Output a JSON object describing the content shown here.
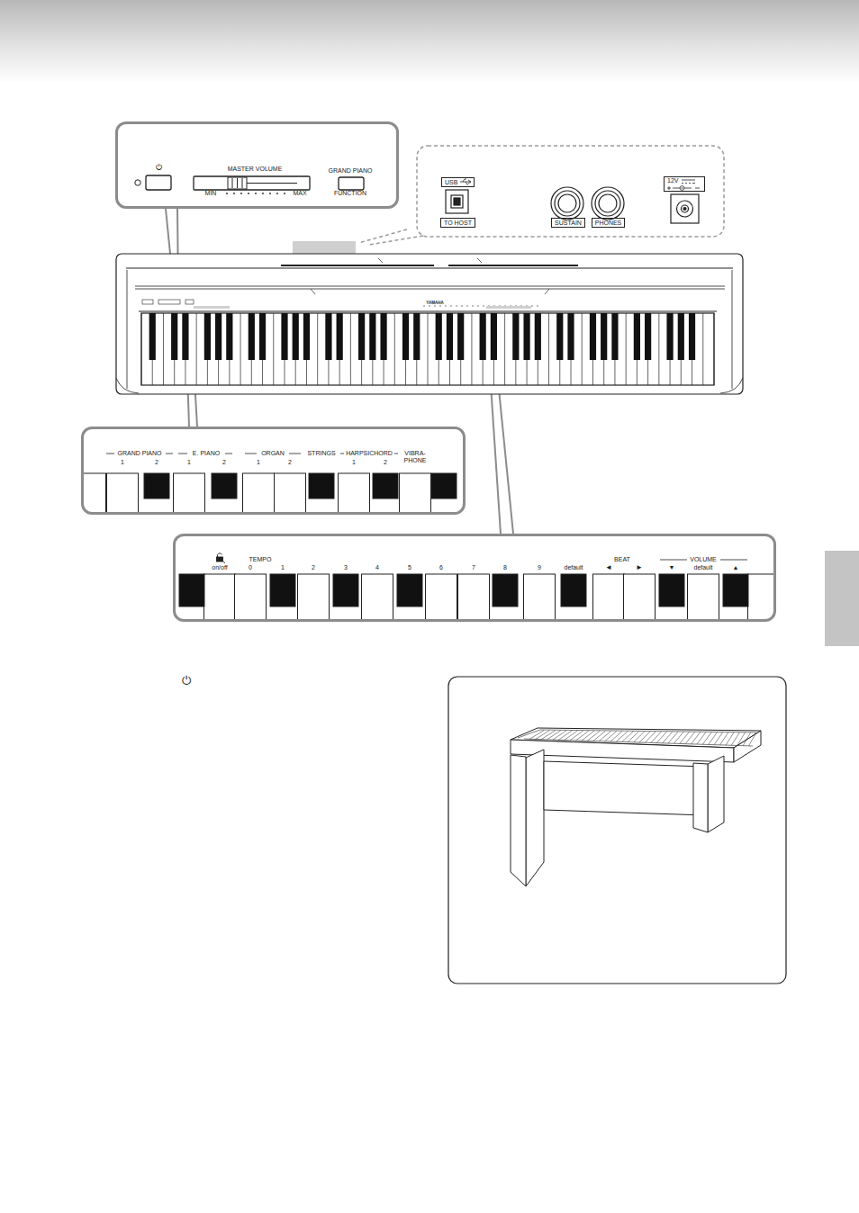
{
  "diagram": {
    "nodes": [
      {
        "text": [
          "⏻",
          "MASTER VOLUME",
          "MIN",
          "MAX",
          "GRAND PIANO",
          "FUNCTION"
        ]
      },
      {
        "text": [
          "USB"
        ]
      },
      {
        "text": [
          "TO HOST"
        ]
      },
      {
        "text": [
          "SUSTAIN"
        ]
      },
      {
        "text": [
          "PHONES"
        ]
      },
      {
        "text": [
          "12V"
        ]
      },
      {
        "text": [
          "GRAND PIANO",
          "1",
          "2",
          "E. PIANO",
          "1",
          "2",
          "ORGAN",
          "1",
          "2",
          "STRINGS",
          "HARPSICHORD",
          "1",
          "2",
          "VIBRA- PHONE"
        ]
      },
      {
        "text": [
          "on/off",
          "TEMPO",
          "0",
          "1",
          "2",
          "3",
          "4",
          "5",
          "6",
          "7",
          "8",
          "9",
          "default",
          "BEAT",
          "◄",
          "►",
          "VOLUME",
          "▼",
          "default",
          "▲"
        ]
      }
    ],
    "labels": [
      "YAMAHA",
      "⏻"
    ]
  }
}
